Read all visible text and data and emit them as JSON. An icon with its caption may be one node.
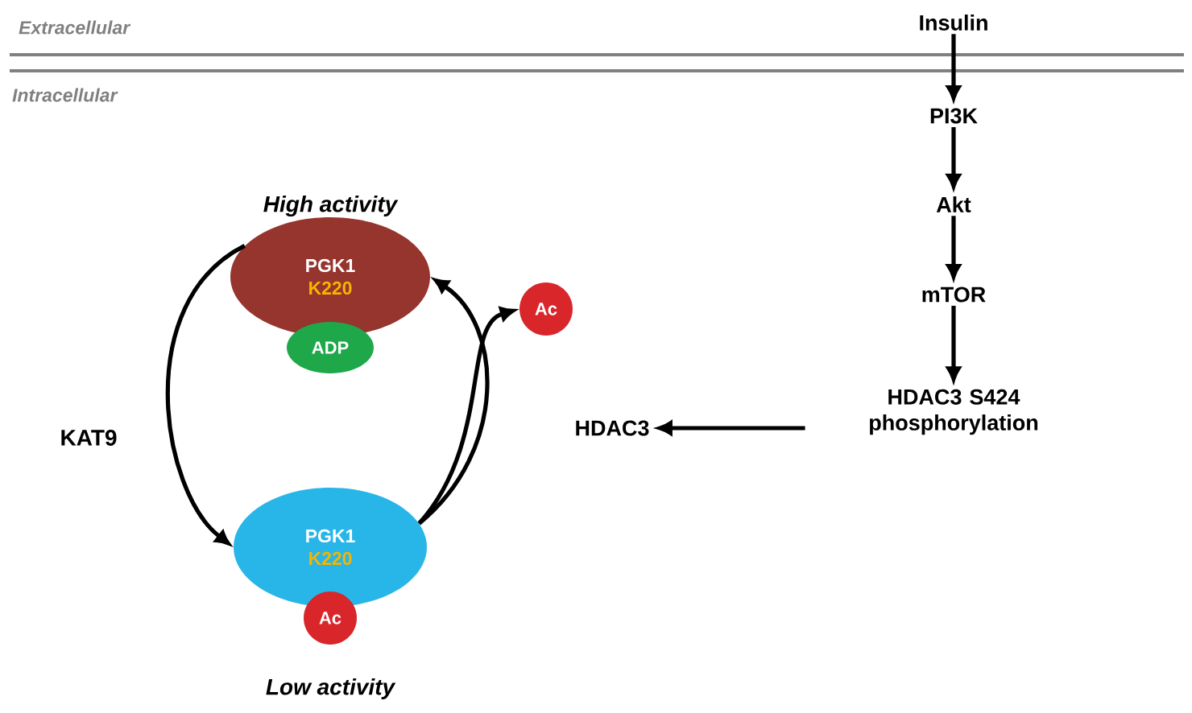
{
  "diagram": {
    "nodes": [
      {
        "text": [
          "Insulin"
        ]
      },
      {
        "text": [
          "PI3K"
        ]
      },
      {
        "text": [
          "Akt"
        ]
      },
      {
        "text": [
          "mTOR"
        ]
      },
      {
        "text": [
          "HDAC3 S424 phosphorylation"
        ]
      },
      {
        "text": [
          "HDAC3"
        ]
      },
      {
        "text": [
          "PGK1",
          "K220"
        ]
      },
      {
        "text": [
          "ADP"
        ]
      },
      {
        "text": [
          "PGK1",
          "K220"
        ]
      },
      {
        "text": [
          "Ac"
        ]
      },
      {
        "text": [
          "Ac"
        ]
      }
    ],
    "edges": [
      {
        "from": 0,
        "to": 1,
        "arrow": "to"
      },
      {
        "from": 1,
        "to": 2,
        "arrow": "to"
      },
      {
        "from": 2,
        "to": 3,
        "arrow": "to"
      },
      {
        "from": 3,
        "to": 4,
        "arrow": "to"
      },
      {
        "from": 4,
        "to": 5,
        "arrow": "to"
      },
      {
        "from": 6,
        "to": 8,
        "arrow": "to",
        "label": "KAT9"
      },
      {
        "from": 8,
        "to": 6,
        "arrow": "to"
      },
      {
        "from": 8,
        "to": 10,
        "arrow": "to"
      }
    ],
    "labels": [
      "Extracellular",
      "Intracellular",
      "High activity",
      "Low activity"
    ]
  }
}
